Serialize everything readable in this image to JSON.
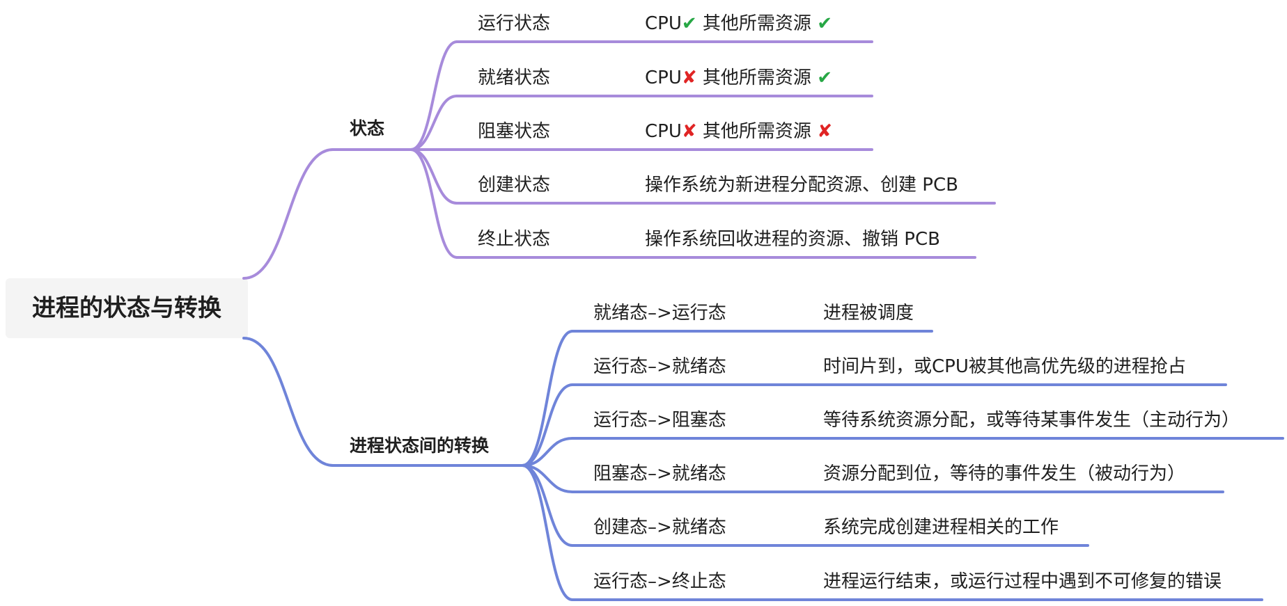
{
  "root": {
    "label": "进程的状态与转换"
  },
  "colors": {
    "branch_states": "#a78bdb",
    "branch_transitions": "#6f84d9",
    "root_bg": "#f4f4f4",
    "check": "#27a745",
    "cross": "#e02424"
  },
  "branches": [
    {
      "label": "状态",
      "color": "#a78bdb",
      "items": [
        {
          "label": "运行状态",
          "segments": [
            {
              "text": "CPU"
            },
            {
              "mark": "check"
            },
            {
              "text": " 其他所需资源 "
            },
            {
              "mark": "check"
            }
          ]
        },
        {
          "label": "就绪状态",
          "segments": [
            {
              "text": "CPU"
            },
            {
              "mark": "cross"
            },
            {
              "text": " 其他所需资源 "
            },
            {
              "mark": "check"
            }
          ]
        },
        {
          "label": "阻塞状态",
          "segments": [
            {
              "text": "CPU"
            },
            {
              "mark": "cross"
            },
            {
              "text": " 其他所需资源 "
            },
            {
              "mark": "cross"
            }
          ]
        },
        {
          "label": "创建状态",
          "segments": [
            {
              "text": "操作系统为新进程分配资源、创建 PCB"
            }
          ]
        },
        {
          "label": "终止状态",
          "segments": [
            {
              "text": "操作系统回收进程的资源、撤销 PCB"
            }
          ]
        }
      ]
    },
    {
      "label": "进程状态间的转换",
      "color": "#6f84d9",
      "items": [
        {
          "label": "就绪态–>运行态",
          "segments": [
            {
              "text": "进程被调度"
            }
          ]
        },
        {
          "label": "运行态–>就绪态",
          "segments": [
            {
              "text": "时间片到，或CPU被其他高优先级的进程抢占"
            }
          ]
        },
        {
          "label": "运行态–>阻塞态",
          "segments": [
            {
              "text": "等待系统资源分配，或等待某事件发生（主动行为）"
            }
          ]
        },
        {
          "label": "阻塞态–>就绪态",
          "segments": [
            {
              "text": "资源分配到位，等待的事件发生（被动行为）"
            }
          ]
        },
        {
          "label": "创建态–>就绪态",
          "segments": [
            {
              "text": "系统完成创建进程相关的工作"
            }
          ]
        },
        {
          "label": "运行态–>终止态",
          "segments": [
            {
              "text": "进程运行结束，或运行过程中遇到不可修复的错误"
            }
          ]
        }
      ]
    }
  ]
}
